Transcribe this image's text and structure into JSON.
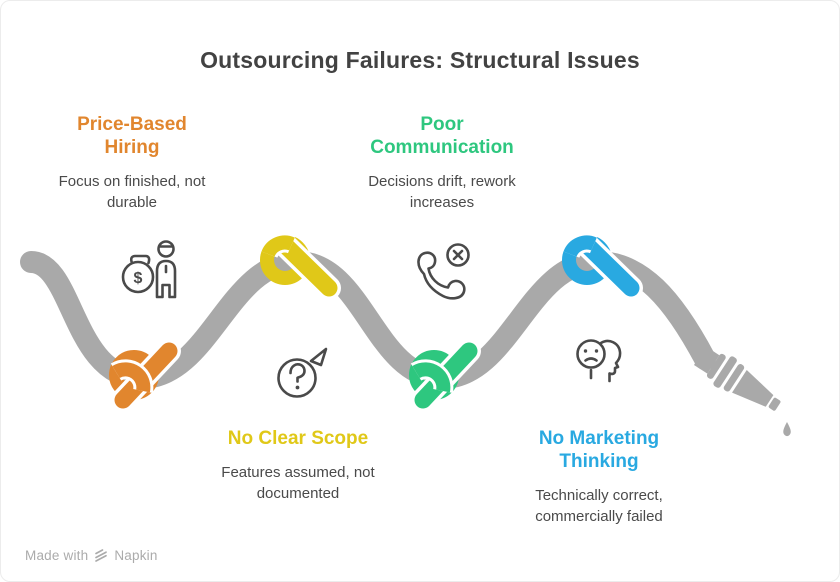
{
  "title": "Outsourcing Failures: Structural Issues",
  "items": [
    {
      "label": "Price-Based Hiring",
      "description": "Focus on finished, not durable",
      "color": "#E1862E",
      "icon": "money-bag-person-icon"
    },
    {
      "label": "No Clear Scope",
      "description": "Features assumed, not documented",
      "color": "#E0C818",
      "icon": "question-mark-arrow-icon"
    },
    {
      "label": "Poor Communication",
      "description": "Decisions drift, rework increases",
      "color": "#2EC77F",
      "icon": "phone-missed-call-icon"
    },
    {
      "label": "No Marketing Thinking",
      "description": "Technically correct, commercially failed",
      "color": "#29A9E1",
      "icon": "pessimistic-thinking-head-icon"
    }
  ],
  "icons": {
    "money_symbol": "$"
  },
  "colors": {
    "hose": "#A9A9A9",
    "icon_stroke": "#4A4A4A",
    "title_text": "#424242",
    "description_text": "#4A4A4A",
    "footer_text": "#ABABAB"
  },
  "footer": {
    "made_with_label": "Made with",
    "brand_name": "Napkin"
  }
}
